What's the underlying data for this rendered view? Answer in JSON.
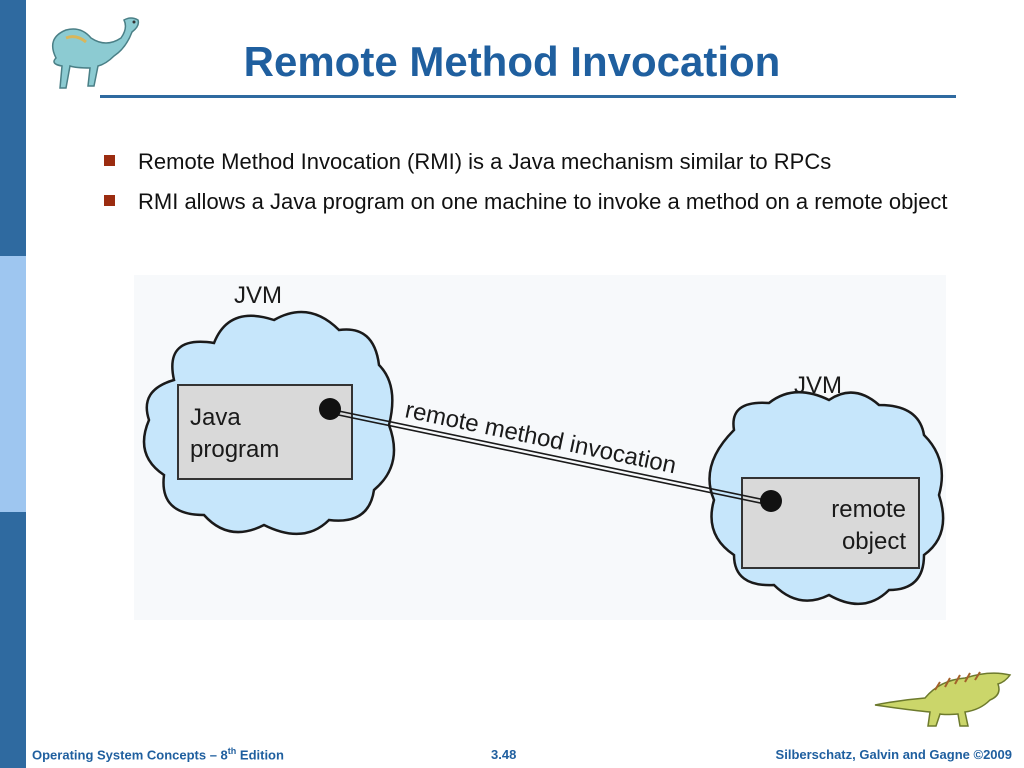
{
  "slide": {
    "title": "Remote Method Invocation",
    "bullets": [
      "Remote Method Invocation (RMI) is a Java mechanism similar to RPCs",
      "RMI allows a Java program on one machine to invoke a method on a remote object"
    ]
  },
  "diagram": {
    "left_cloud_label": "JVM",
    "right_cloud_label": "JVM",
    "left_box_line1": "Java",
    "left_box_line2": "program",
    "right_box_line1": "remote",
    "right_box_line2": "object",
    "connector_label": "remote method invocation"
  },
  "footer": {
    "left_prefix": "Operating System Concepts – 8",
    "left_sup": "th",
    "left_suffix": " Edition",
    "center": "3.48",
    "right": "Silberschatz, Galvin and Gagne ©2009"
  },
  "colors": {
    "accent": "#1f5f9f",
    "bullet": "#9b2c10",
    "cloud": "#c6e6fb",
    "box": "#d9d9d9"
  }
}
